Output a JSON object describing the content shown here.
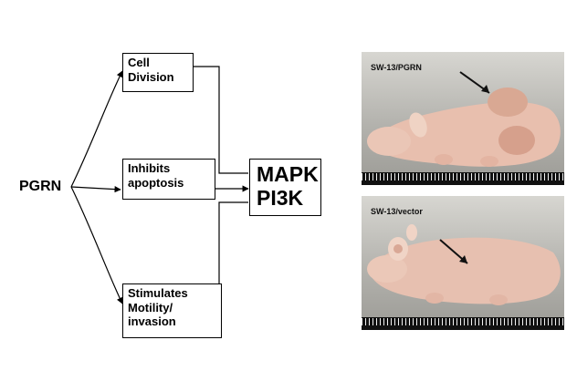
{
  "diagram": {
    "source": {
      "label": "PGRN"
    },
    "effects": [
      {
        "lines": [
          "Cell",
          "Division"
        ]
      },
      {
        "lines": [
          "Inhibits",
          "apoptosis"
        ]
      },
      {
        "lines": [
          "Stimulates",
          "Motility/",
          "invasion"
        ]
      }
    ],
    "target": {
      "lines": [
        "MAPK",
        "PI3K"
      ]
    }
  },
  "photos": [
    {
      "label": "SW-13/PGRN"
    },
    {
      "label": "SW-13/vector"
    }
  ],
  "colors": {
    "line": "#000000",
    "ruler": "#111111"
  }
}
